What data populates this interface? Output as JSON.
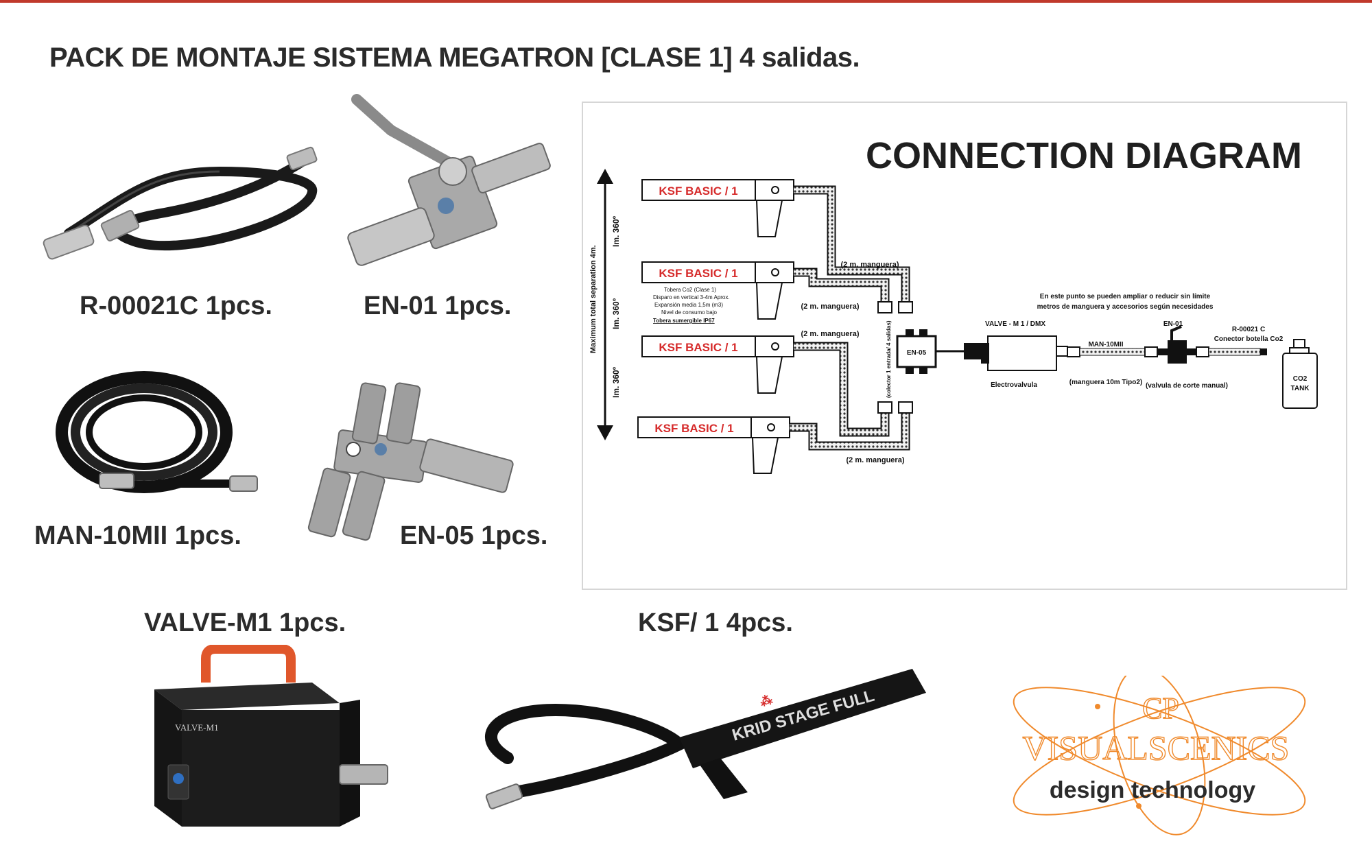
{
  "page": {
    "title": "PACK DE MONTAJE SISTEMA MEGATRON [CLASE 1] 4 salidas."
  },
  "products": [
    {
      "label": "R-00021C  1pcs.",
      "icon": "hose-connector-icon"
    },
    {
      "label": "EN-01  1pcs.",
      "icon": "ball-valve-icon"
    },
    {
      "label": "MAN-10MII  1pcs.",
      "icon": "coiled-hose-icon"
    },
    {
      "label": "EN-05  1pcs.",
      "icon": "manifold-icon"
    },
    {
      "label": "VALVE-M1  1pcs.",
      "icon": "solenoid-valve-box-icon"
    },
    {
      "label": "KSF/ 1  4pcs.",
      "icon": "co2-cannon-icon"
    }
  ],
  "valve_box_text": "VALVE-M1",
  "cannon_text": "KRID STAGE FULL",
  "diagram": {
    "heading": "CONNECTION DIAGRAM",
    "ksf_labels": [
      "KSF BASIC / 1",
      "KSF BASIC / 1",
      "KSF BASIC / 1",
      "KSF BASIC / 1"
    ],
    "rotation_labels": [
      "Im. 360º",
      "Im. 360º",
      "Im. 360º"
    ],
    "separation_label": "Maximum total separation 4m.",
    "hose_labels": [
      "(2 m. manguera)",
      "(2 m. manguera)",
      "(2 m. manguera)",
      "(2 m. manguera)"
    ],
    "nozzle_notes": [
      "Tobera Co2 (Clase 1)",
      "Disparo en vertical 3-4m Aprox.",
      "Expansión media 1,5m (m3)",
      "Nivel de consumo bajo",
      "Tobera sumergible IP67"
    ],
    "collector_label": "(colector 1 entrada/ 4 salidas)",
    "en05_label": "EN-05",
    "extend_note": [
      "En este punto se pueden ampliar o reducir sin límite",
      "metros de manguera y accesorios según necesidades"
    ],
    "valve_label": "VALVE - M 1 / DMX",
    "valve_caption": "Electrovalvula",
    "man_label": "MAN-10MII",
    "man_caption": "(manguera 10m Tipo2)",
    "en01_label": "EN-01",
    "en01_caption": "(valvula de corte manual)",
    "r_label": "R-00021 C",
    "r_caption": "Conector botella Co2",
    "tank_label": [
      "CO2",
      "TANK"
    ]
  },
  "logo": {
    "line1": "CP",
    "line2": "VISUALSCENICS",
    "line3": "design technology"
  },
  "colors": {
    "accent": "#c0392b",
    "ksf_red": "#d62b2b",
    "logo_orange": "#f08a2c"
  }
}
